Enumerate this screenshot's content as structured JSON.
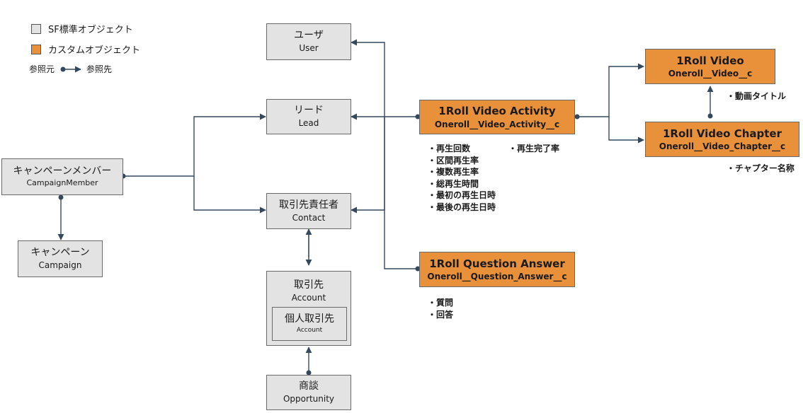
{
  "legend": {
    "standard": "SF標準オブジェクト",
    "custom": "カスタムオブジェクト",
    "ref_from": "参照元",
    "ref_to": "参照先"
  },
  "objects": {
    "user": {
      "jp": "ユーザ",
      "en": "User"
    },
    "lead": {
      "jp": "リード",
      "en": "Lead"
    },
    "campaign_member": {
      "jp": "キャンペーンメンバー",
      "en": "CampaignMember"
    },
    "campaign": {
      "jp": "キャンペーン",
      "en": "Campaign"
    },
    "contact": {
      "jp": "取引先責任者",
      "en": "Contact"
    },
    "account": {
      "jp": "取引先",
      "en": "Account"
    },
    "person_account": {
      "jp": "個人取引先",
      "en": "Account"
    },
    "opportunity": {
      "jp": "商談",
      "en": "Opportunity"
    },
    "video_activity": {
      "title": "1Roll Video Activity",
      "api": "Oneroll__Video_Activity__c"
    },
    "question_answer": {
      "title": "1Roll Question Answer",
      "api": "Oneroll__Question_Answer__c"
    },
    "video": {
      "title": "1Roll Video",
      "api": "Oneroll__Video__c"
    },
    "video_chapter": {
      "title": "1Roll Video Chapter",
      "api": "Oneroll__Video_Chapter__c"
    }
  },
  "fields": {
    "video_activity_col1": [
      "・再生回数",
      "・区間再生率",
      "・複数再生率",
      "・総再生時間",
      "・最初の再生日時",
      "・最後の再生日時"
    ],
    "video_activity_col2": [
      "・再生完了率"
    ],
    "question_answer": [
      "・質問",
      "・回答"
    ],
    "video": [
      "・動画タイトル"
    ],
    "video_chapter": [
      "・チャプター名称"
    ]
  },
  "colors": {
    "standard_fill": "#e3e3e3",
    "custom_fill": "#e8913a",
    "connector": "#34495e"
  }
}
